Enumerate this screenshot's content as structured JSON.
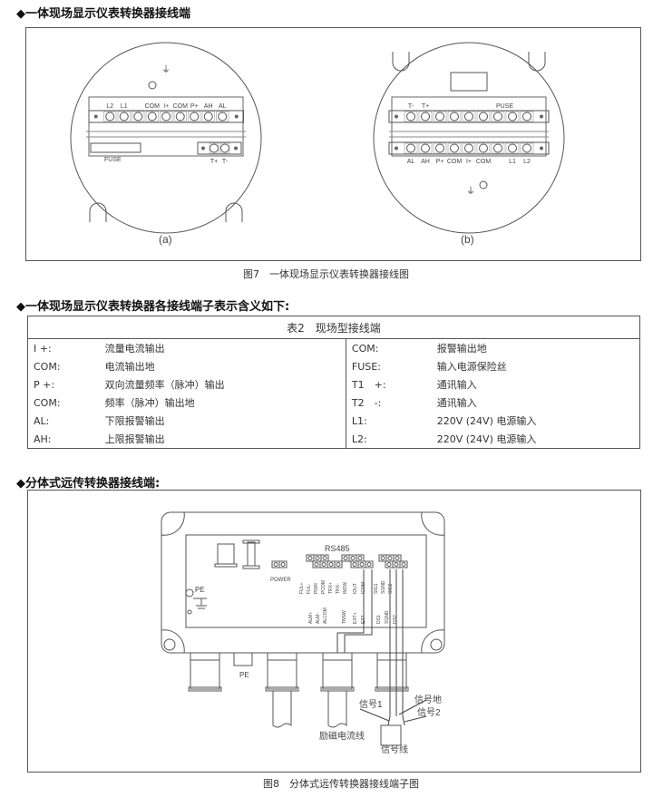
{
  "section1": {
    "heading": "◆一体现场显示仪表转换器接线端"
  },
  "fig7": {
    "a": {
      "top_labels": [
        "L2",
        "L1",
        "",
        "COM",
        "I+",
        "COM",
        "P+",
        "AH",
        "AL"
      ],
      "fuse": "FUSE",
      "bottom_labels": [
        "T+",
        "T-"
      ],
      "caption": "(a)"
    },
    "b": {
      "top_labels": [
        "T-",
        "T+"
      ],
      "fuse": "PUSE",
      "bottom_labels": [
        "AL",
        "AH",
        "P+",
        "COM",
        "I+",
        "COM",
        "",
        "L1",
        "L2"
      ],
      "caption": "(b)"
    },
    "caption": "图7　一体现场显示仪表转换器接线图"
  },
  "section2": {
    "heading": "◆一体现场显示仪表转换器各接线端子表示含义如下:"
  },
  "table2": {
    "title": "表2　现场型接线端",
    "rows": [
      {
        "l_term": "I +:",
        "l_desc": "流量电流输出",
        "r_term": "COM:",
        "r_desc": "报警输出地"
      },
      {
        "l_term": "COM:",
        "l_desc": "电流输出地",
        "r_term": "FUSE:",
        "r_desc": "输入电源保险丝"
      },
      {
        "l_term": "P +:",
        "l_desc": "双向流量频率（脉冲）输出",
        "r_term": "T1　+:",
        "r_desc": "通讯输入"
      },
      {
        "l_term": "COM:",
        "l_desc": "频率（脉冲）输出地",
        "r_term": "T2　-:",
        "r_desc": "通讯输入"
      },
      {
        "l_term": "AL:",
        "l_desc": "下限报警输出",
        "r_term": "L1:",
        "r_desc": "220V (24V) 电源输入"
      },
      {
        "l_term": "AH:",
        "l_desc": "上限报警输出",
        "r_term": "L2:",
        "r_desc": "220V (24V) 电源输入"
      }
    ]
  },
  "section3": {
    "heading": "◆分体式远传转换器接线端:"
  },
  "fig8": {
    "rs485": "RS485",
    "power": "POWER",
    "pe_inner": "PE",
    "pe_outer": "PE",
    "upper_labels": [
      "FUL+",
      "FUL-",
      "PDIR",
      "PCOM",
      "TRX+",
      "TRX-",
      "INSW",
      "IOUT",
      "ICOM",
      "SIG1",
      "SGND",
      "SIG2"
    ],
    "lower_labels": [
      "ALM+",
      "ALM-",
      "ALCOM",
      "TNSW",
      "EXT+",
      "EXT-",
      "DS1",
      "SGND",
      "DS2"
    ],
    "signal1": "信号1",
    "signal_ground": "信号地",
    "signal2": "信号2",
    "excitation_cable": "励磁电流线",
    "signal_cable": "信号线",
    "caption": "图8　分体式远传转换器接线端子图"
  }
}
